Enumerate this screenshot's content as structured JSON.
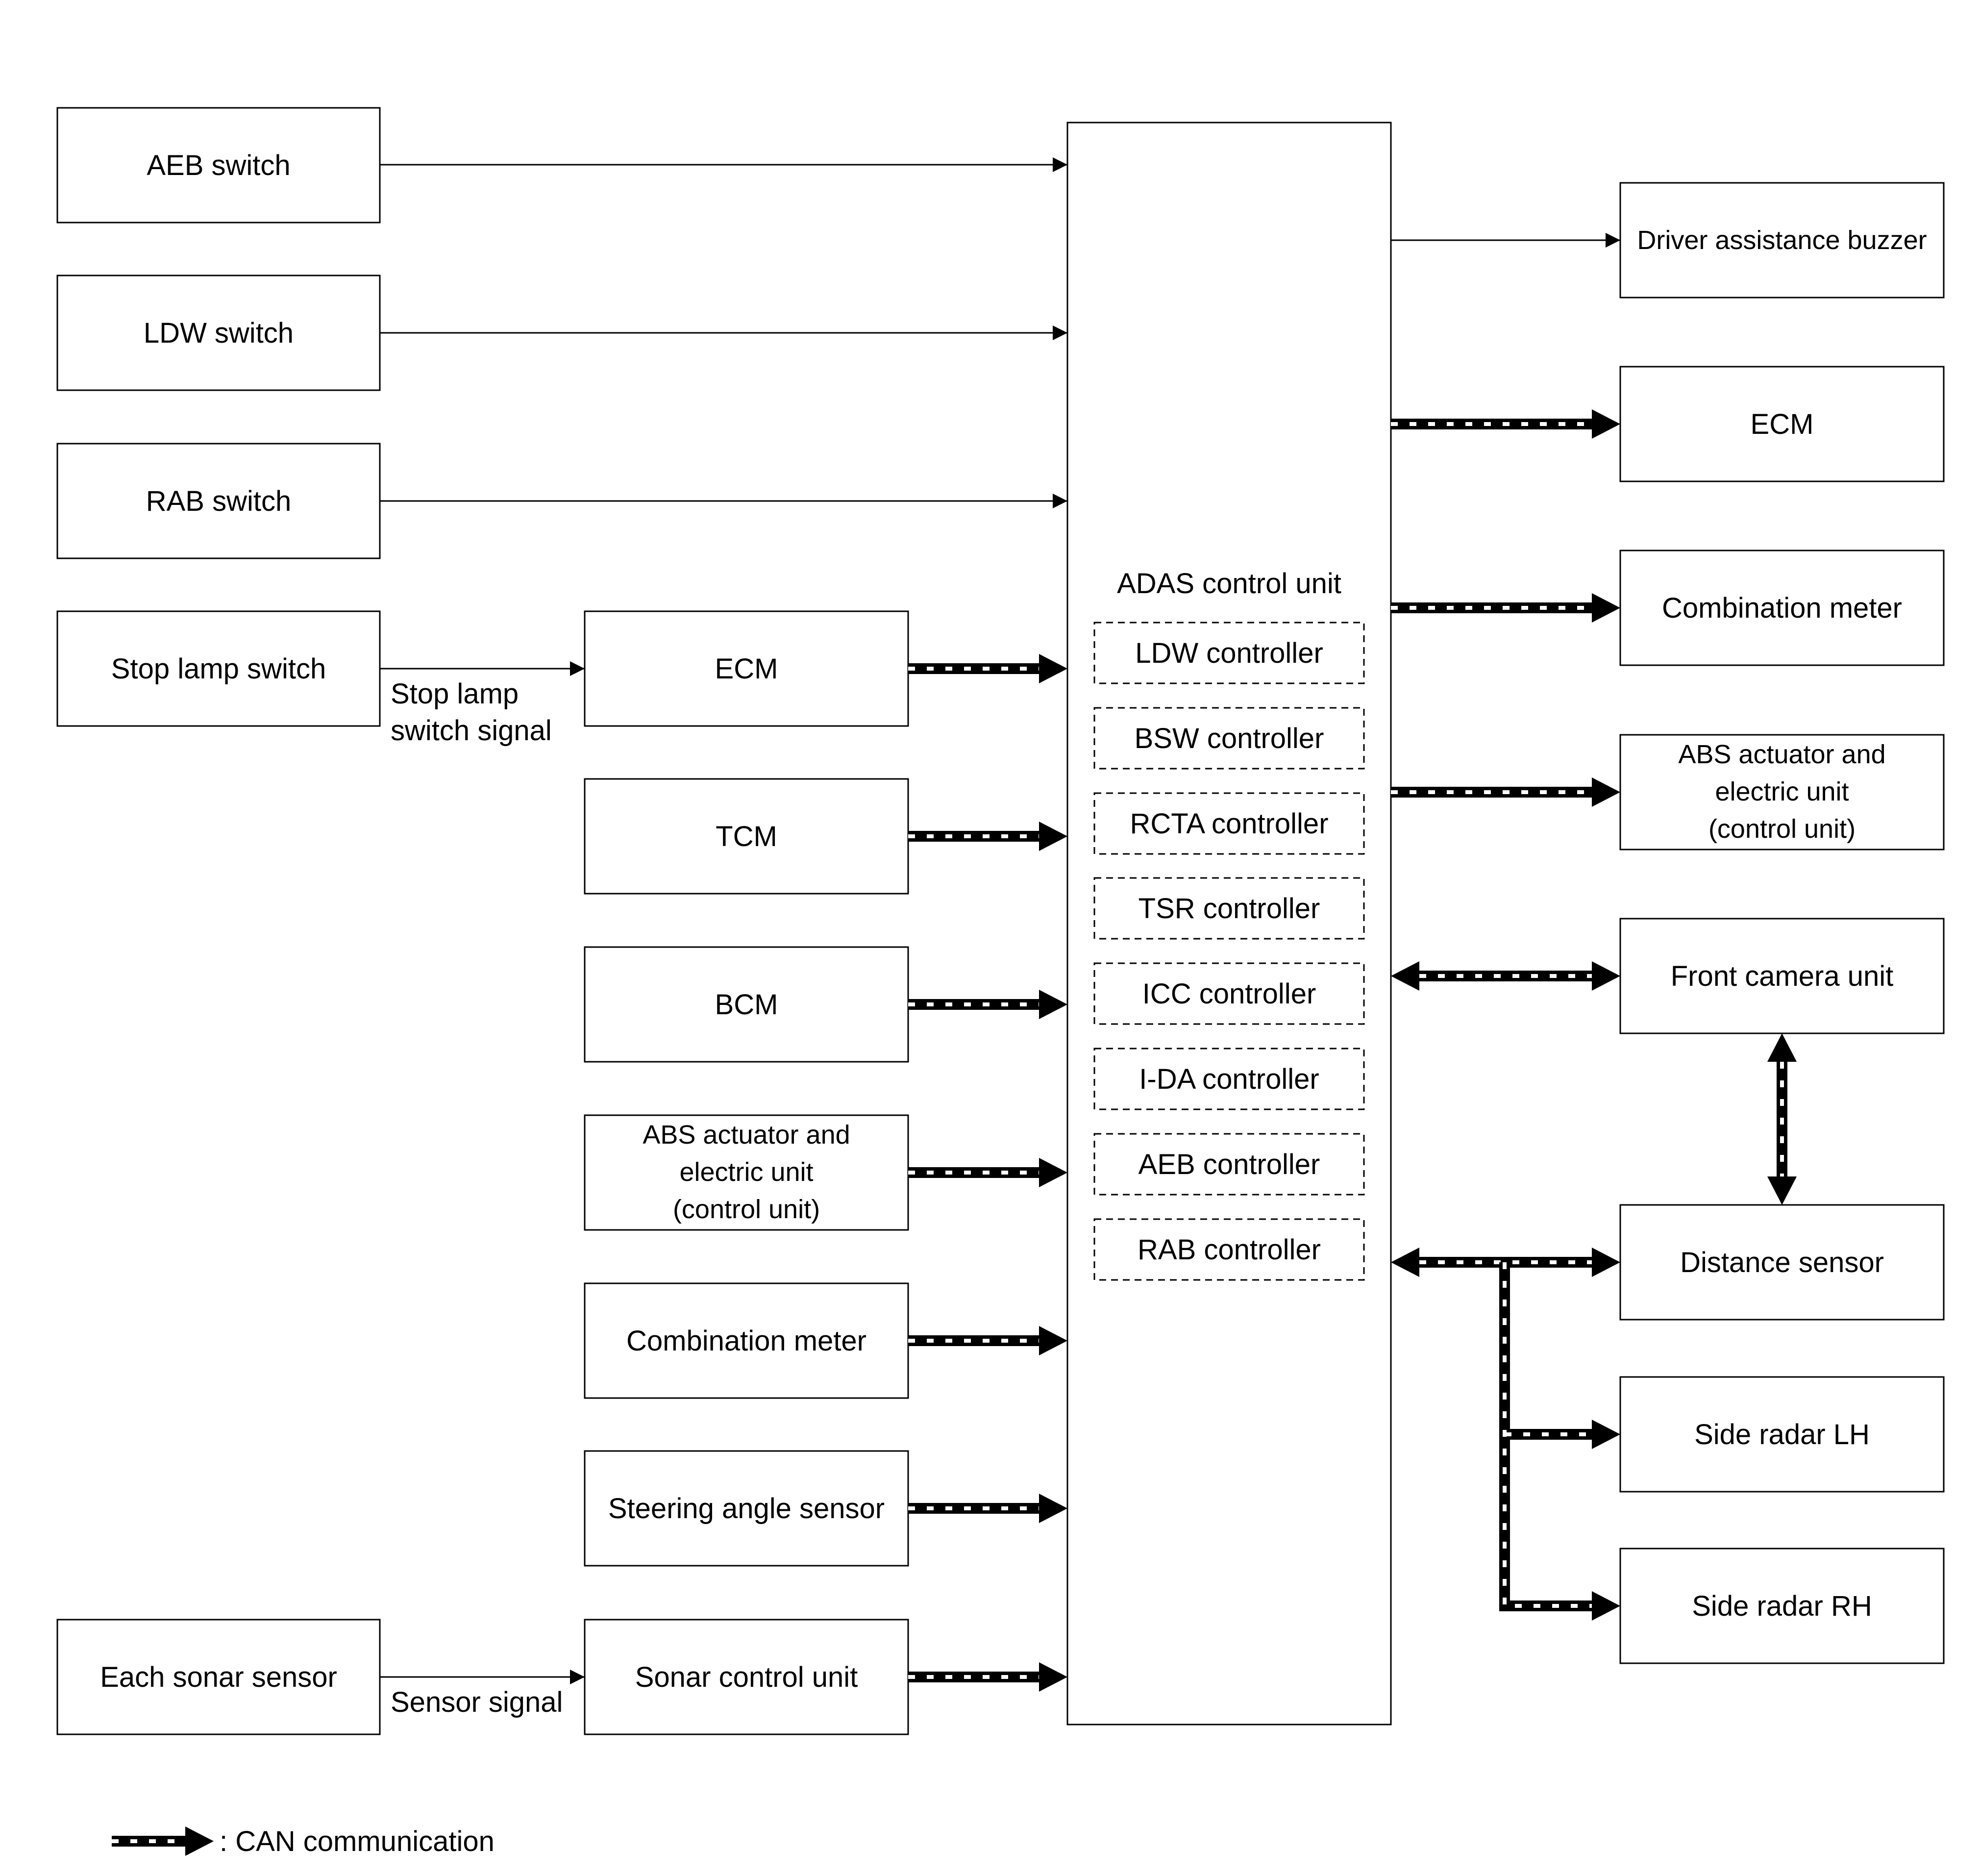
{
  "inputs_left": {
    "aeb_switch": "AEB switch",
    "ldw_switch": "LDW switch",
    "rab_switch": "RAB switch",
    "stop_lamp_switch": "Stop lamp switch",
    "each_sonar_sensor": "Each sonar sensor"
  },
  "signals": {
    "stop_lamp_line1": "Stop lamp",
    "stop_lamp_line2": "switch signal",
    "sensor_signal": "Sensor signal"
  },
  "inputs_middle": {
    "ecm": "ECM",
    "tcm": "TCM",
    "bcm": "BCM",
    "abs_line1": "ABS actuator and",
    "abs_line2": "electric unit",
    "abs_line3": "(control unit)",
    "combination_meter": "Combination meter",
    "steering_angle_sensor": "Steering angle sensor",
    "sonar_control_unit": "Sonar control unit"
  },
  "adas": {
    "title": "ADAS control unit",
    "controllers": [
      "LDW controller",
      "BSW controller",
      "RCTA controller",
      "TSR controller",
      "ICC controller",
      "I-DA controller",
      "AEB controller",
      "RAB controller"
    ]
  },
  "outputs_right": {
    "driver_assistance_buzzer": "Driver assistance buzzer",
    "ecm": "ECM",
    "combination_meter": "Combination meter",
    "abs_line1": "ABS actuator and",
    "abs_line2": "electric unit",
    "abs_line3": "(control unit)",
    "front_camera_unit": "Front camera unit",
    "distance_sensor": "Distance sensor",
    "side_radar_lh": "Side radar LH",
    "side_radar_rh": "Side radar RH"
  },
  "legend": {
    "can_communication": ": CAN communication"
  }
}
